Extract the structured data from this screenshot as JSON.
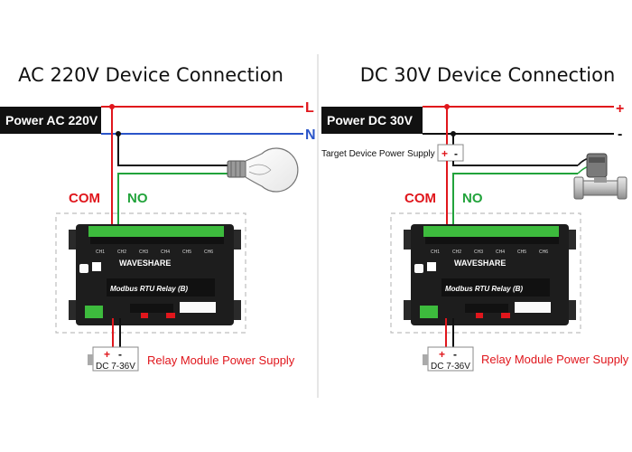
{
  "left": {
    "title": "AC 220V Device Connection",
    "power_label": "Power AC 220V",
    "line_label": "L",
    "neutral_label": "N",
    "com_label": "COM",
    "no_label": "NO",
    "module_supply_label": "Relay Module Power Supply",
    "dc_label": "DC 7-36V",
    "plus": "+",
    "minus": "-",
    "brand": "WAVESHARE",
    "model": "Modbus RTU Relay (B)",
    "channels": [
      "CH1",
      "CH2",
      "CH3",
      "CH4",
      "CH5",
      "CH6"
    ]
  },
  "right": {
    "title": "DC 30V Device Connection",
    "power_label": "Power DC 30V",
    "plus_rail": "+",
    "minus_rail": "-",
    "target_label": "Target Device Power Supply",
    "target_plus": "+",
    "target_minus": "-",
    "com_label": "COM",
    "no_label": "NO",
    "module_supply_label": "Relay Module Power Supply",
    "dc_label": "DC 7-36V",
    "plus": "+",
    "minus": "-",
    "brand": "WAVESHARE",
    "model": "Modbus RTU Relay (B)",
    "channels": [
      "CH1",
      "CH2",
      "CH3",
      "CH4",
      "CH5",
      "CH6"
    ]
  },
  "colors": {
    "red_wire": "#e0161c",
    "blue_wire": "#2a55c9",
    "green_wire": "#22a33b",
    "black_wire": "#111111",
    "com_text": "#e0161c",
    "no_text": "#22a33b",
    "power_bar": "#111111",
    "module_body": "#1d1d1d",
    "terminal_green": "#3dbb3d"
  },
  "icons": {
    "left_load": "light-bulb-icon",
    "right_load": "solenoid-valve-icon"
  }
}
